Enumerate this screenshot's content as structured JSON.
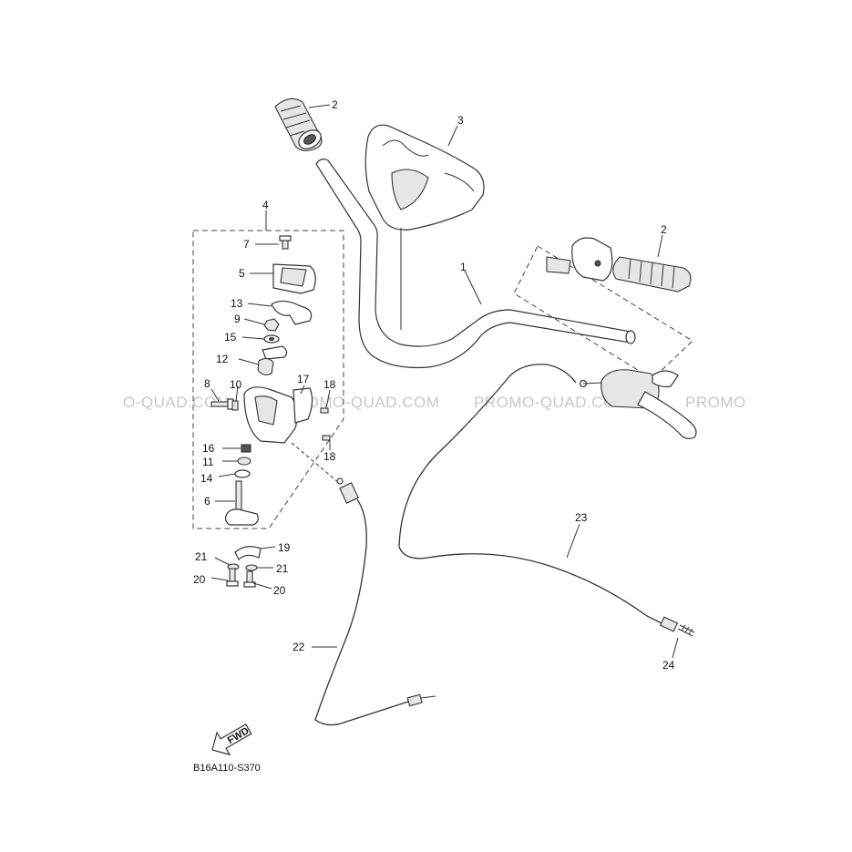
{
  "watermarks": [
    "O-QUAD.COM",
    "PROMO-QUAD.COM",
    "PROMO-QUAD.COM",
    "PROMO"
  ],
  "diagram_code": "B16A110-S370",
  "fwd_label": "FWD",
  "callouts": {
    "c1": "1",
    "c2a": "2",
    "c2b": "2",
    "c3": "3",
    "c4": "4",
    "c5": "5",
    "c6": "6",
    "c7": "7",
    "c8": "8",
    "c9": "9",
    "c10": "10",
    "c11": "11",
    "c12": "12",
    "c13": "13",
    "c14": "14",
    "c15": "15",
    "c16": "16",
    "c17": "17",
    "c18a": "18",
    "c18b": "18",
    "c19": "19",
    "c20a": "20",
    "c20b": "20",
    "c21a": "21",
    "c21b": "21",
    "c22": "22",
    "c23": "23",
    "c24": "24"
  }
}
